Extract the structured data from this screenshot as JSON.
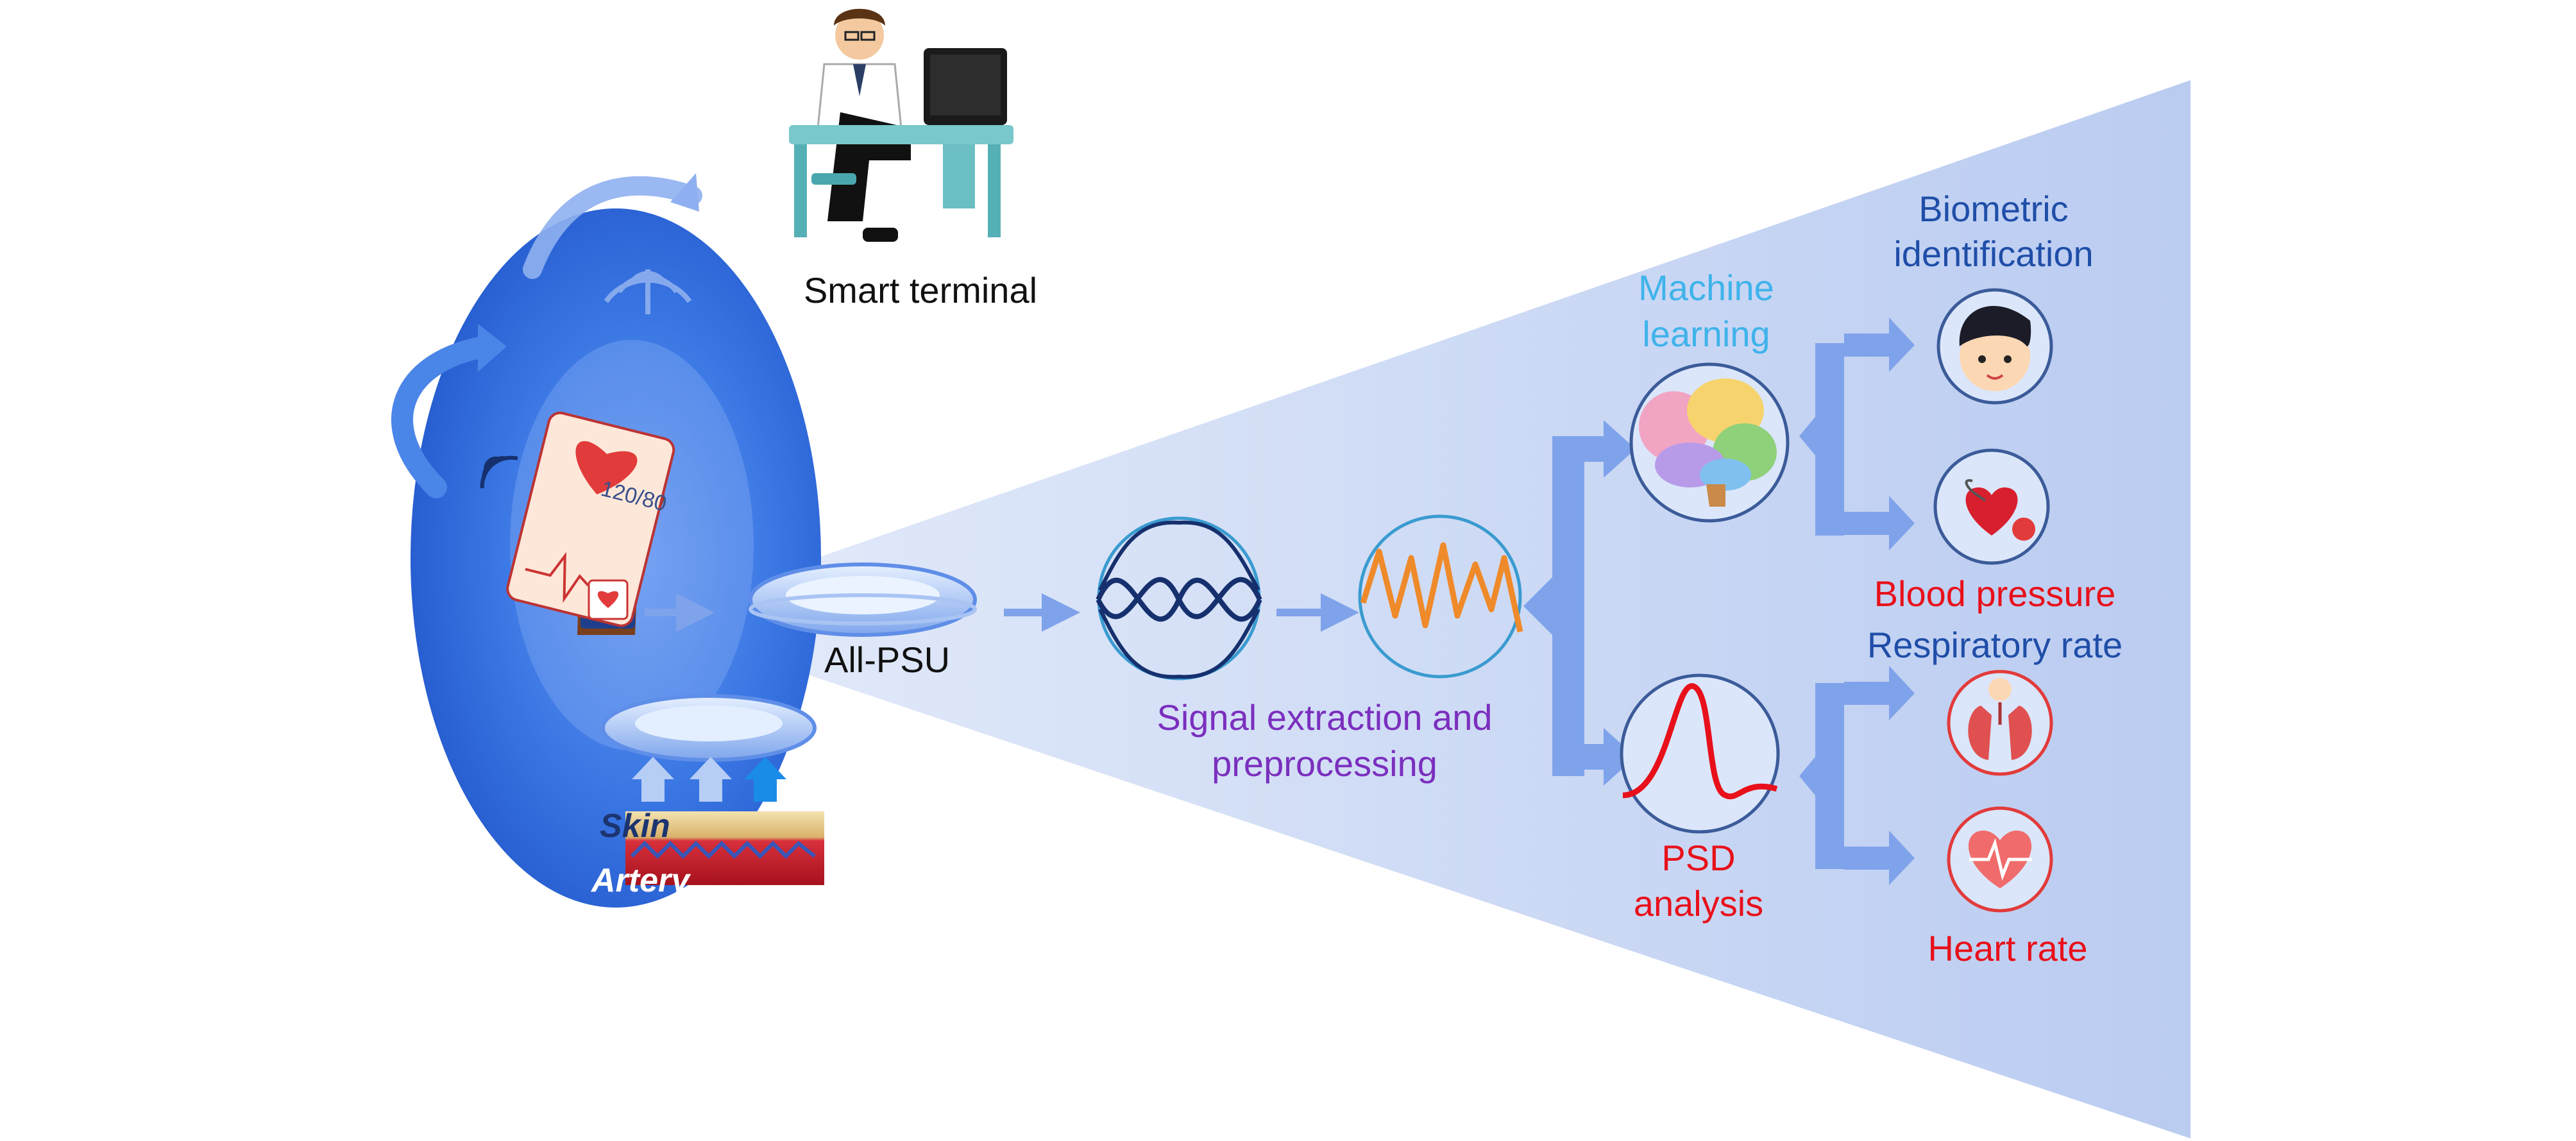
{
  "labels": {
    "smart_terminal": "Smart terminal",
    "device": "All-PSU",
    "signal_processing_line1": "Signal extraction and",
    "signal_processing_line2": "preprocessing",
    "machine_learning_line1": "Machine",
    "machine_learning_line2": "learning",
    "psd_line1": "PSD",
    "psd_line2": "analysis",
    "biometric_line1": "Biometric",
    "biometric_line2": "identification",
    "blood_pressure": "Blood pressure",
    "respiratory_rate": "Respiratory rate",
    "heart_rate": "Heart rate",
    "skin": "Skin",
    "artery": "Artery",
    "phone_reading": "120/80"
  },
  "colors": {
    "cone": "#c3d3f3",
    "oval": "#2e6ee0",
    "arrow": "#7fa3ea",
    "black_text": "#111111",
    "purple_text": "#7b2fbe",
    "cyan_text": "#3fb3ea",
    "blue_text": "#1f4ea8",
    "red_text": "#e8101a",
    "orange_wave": "#ef8a2a",
    "heart_red": "#e23b3b",
    "circle_stroke": "#3b5b99"
  },
  "icons": [
    "doctor-icon",
    "computer-icon",
    "phone-icon",
    "hand-icon",
    "wristband-icon",
    "wifi-icon",
    "sensor-icon",
    "brain-icon",
    "face-icon",
    "heart-icon",
    "lungs-icon"
  ]
}
